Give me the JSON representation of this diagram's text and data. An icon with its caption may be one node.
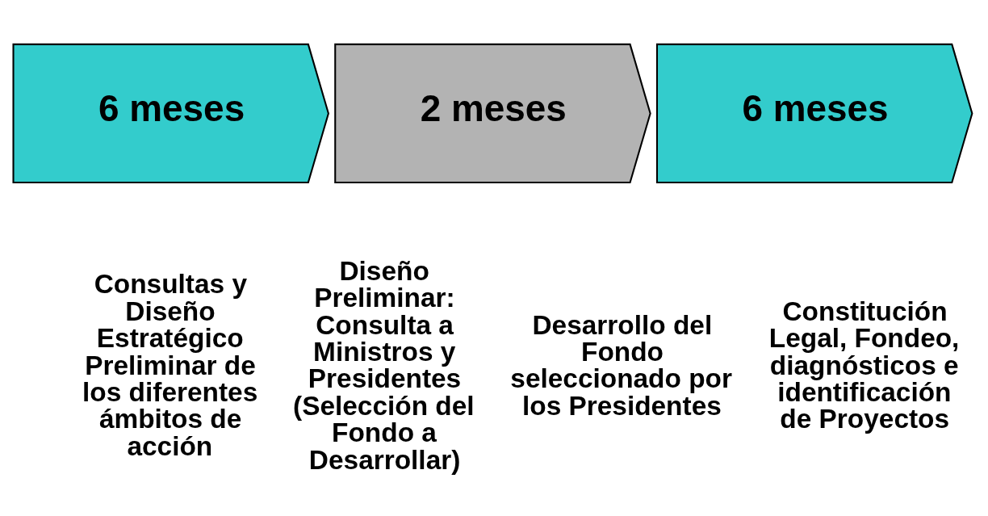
{
  "diagram": {
    "nodes": [
      {
        "text": [
          "6 meses"
        ]
      },
      {
        "text": [
          "2 meses"
        ]
      },
      {
        "text": [
          "6 meses"
        ]
      }
    ],
    "edges": [],
    "labels": [
      "Consultas y Diseño Estratégico Preliminar de los diferentes ámbitos de acción",
      "Diseño Preliminar: Consulta a Ministros y Presidentes (Selección del Fondo a Desarrollar)",
      "Desarrollo del Fondo seleccionado por los Presidentes",
      "Constitución Legal, Fondeo, diagnósticos e identificación de Proyectos"
    ]
  }
}
